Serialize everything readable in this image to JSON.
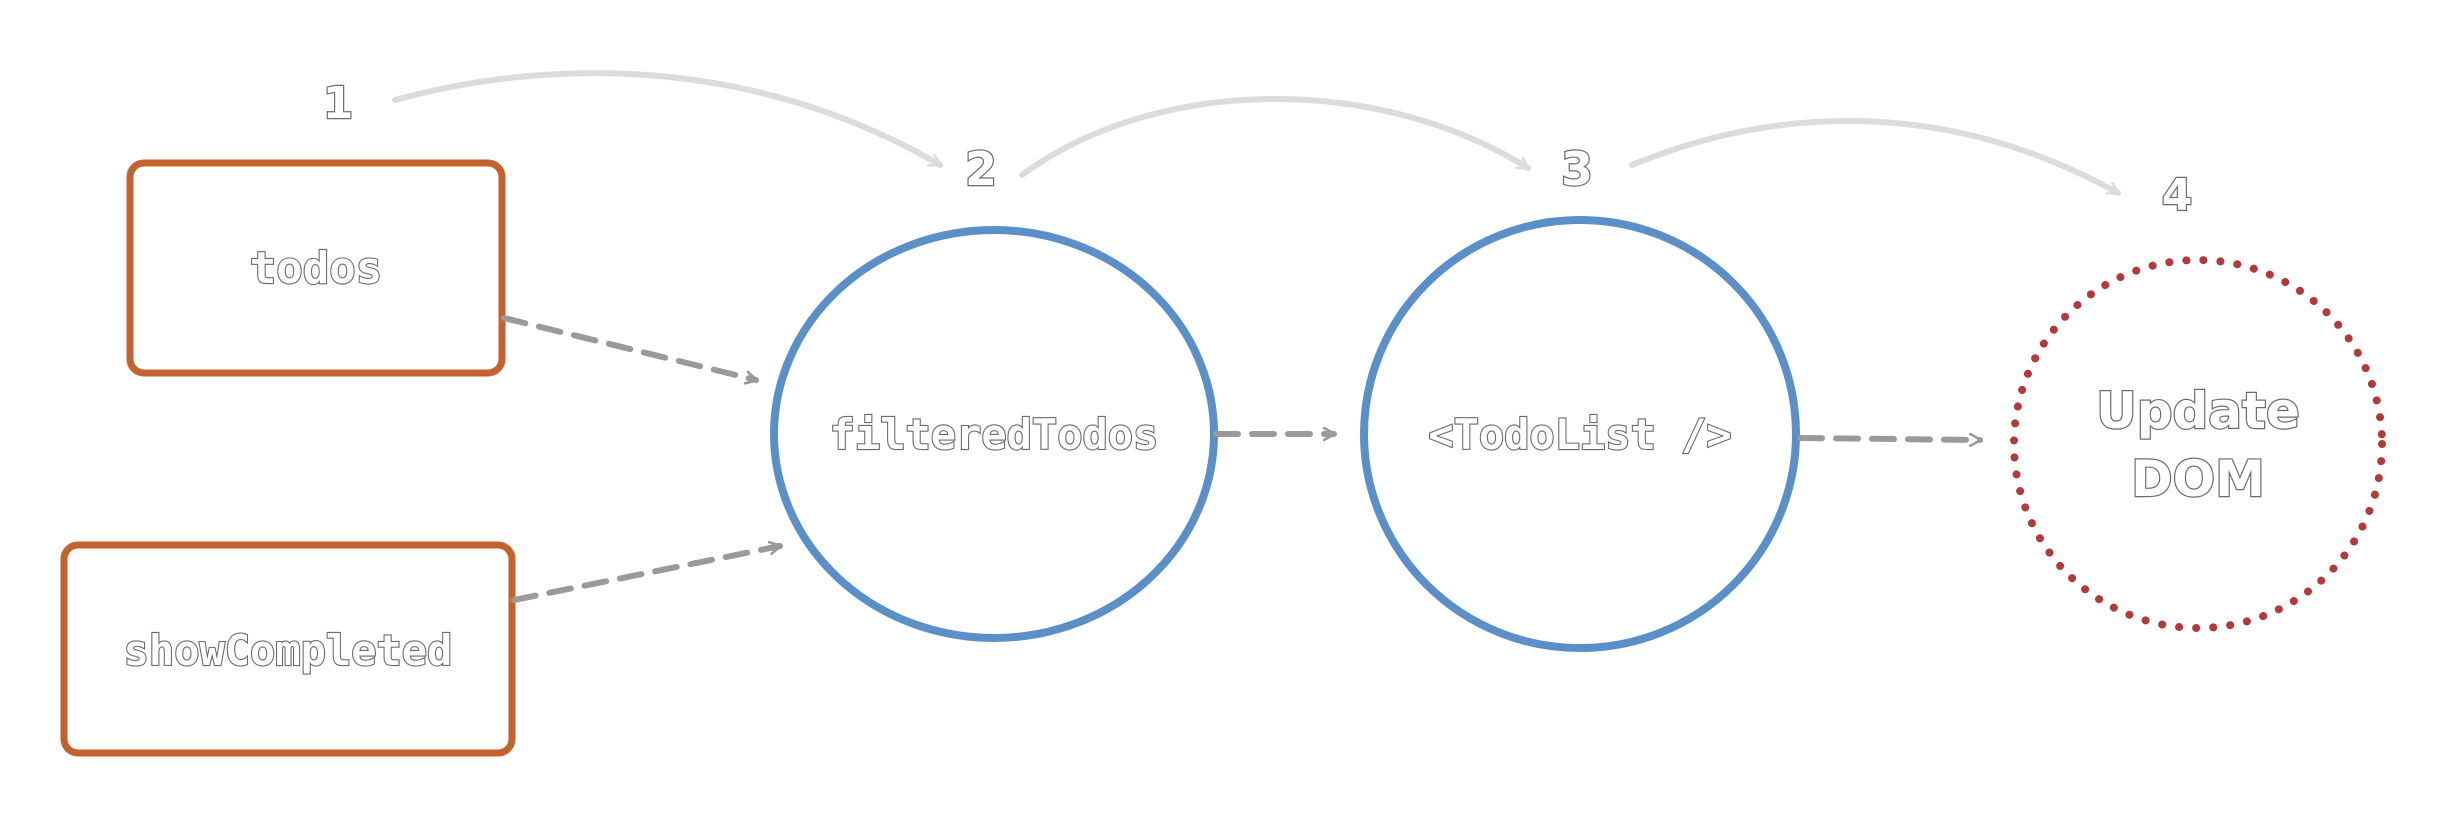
{
  "nodes": {
    "todos": {
      "label": "todos"
    },
    "show_completed": {
      "label": "showCompleted"
    },
    "filtered_todos": {
      "label": "filteredTodos"
    },
    "todo_list": {
      "label": "<TodoList />"
    },
    "update_dom": {
      "line1": "Update",
      "line2": "DOM"
    }
  },
  "steps": [
    "1",
    "2",
    "3",
    "4"
  ],
  "colors": {
    "state_box": "#c4622d",
    "computed_circle": "#5a8fc8",
    "effect_circle": "#b23a3a",
    "dependency_arrow": "#9a9a9a",
    "step_arrow": "#dcdcdc"
  }
}
